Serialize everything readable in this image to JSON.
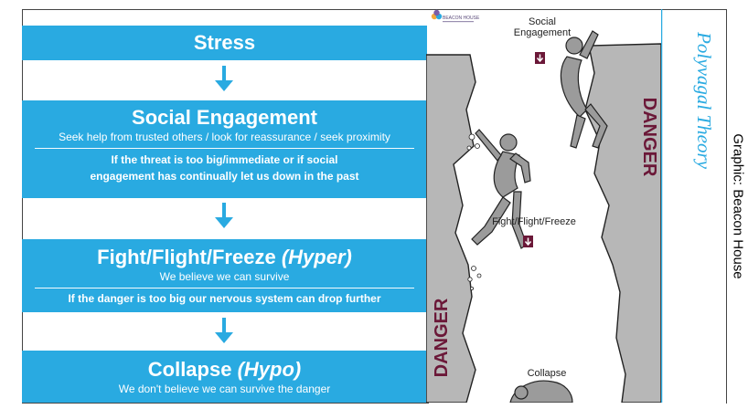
{
  "flow": {
    "stress_title": "Stress",
    "social_title": "Social Engagement",
    "social_sub": "Seek help from trusted others / look for reassurance / seek proximity",
    "social_note_1": "If the threat is too big/immediate or if social",
    "social_note_2": "engagement has continually let us down in the past",
    "fight_title": "Fight/Flight/Freeze",
    "fight_title_em": "(Hyper)",
    "fight_sub": "We believe we can survive",
    "fight_note": "If the danger is too big our nervous system can drop further",
    "collapse_title": "Collapse",
    "collapse_title_em": "(Hypo)",
    "collapse_sub": "We don't believe we can survive the danger"
  },
  "illustration": {
    "logo_text": "BEACON HOUSE",
    "label_social": "Social\nEngagement",
    "label_fight": "Fight/Flight/Freeze",
    "label_collapse": "Collapse",
    "danger_right": "DANGER",
    "danger_left": "DANGER"
  },
  "side_title": "Polyvagal Theory",
  "credit": "Graphic: Beacon House",
  "colors": {
    "blue": "#29aae1",
    "danger": "#6b1838",
    "cliff": "#b7b7b7"
  }
}
